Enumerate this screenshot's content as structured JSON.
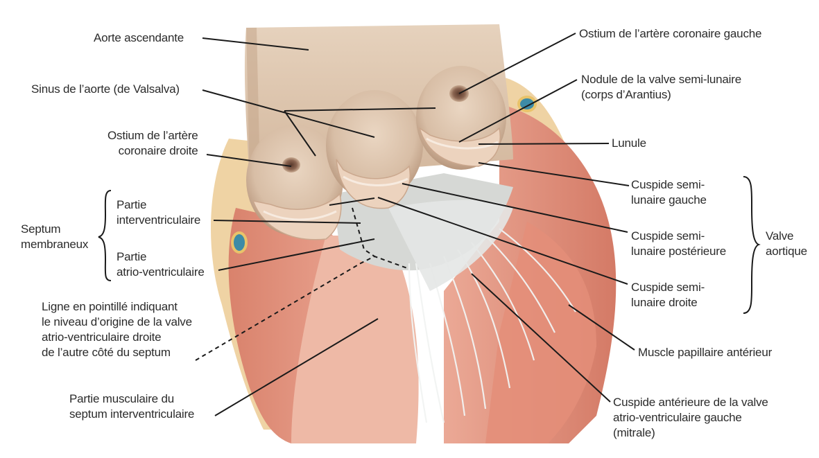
{
  "colors": {
    "aorta_wall": "#dcc4ad",
    "aorta_wall_shade": "#c9ad92",
    "cusp": "#e8cdb8",
    "cusp_edge": "#f2e2d4",
    "sinus_shadow": "#9b7a63",
    "myocardium": "#e0907c",
    "myocardium_dark": "#c96a58",
    "septum_membrane": "#d7d9d6",
    "chordae": "#e7ebea",
    "fat": "#f0d8a8",
    "vessel": "#3b8aa6",
    "leader_line": "#1a1a1a"
  },
  "labels": {
    "aorte_ascendante": "Aorte ascendante",
    "sinus_aorte": "Sinus de l’aorte (de Valsalva)",
    "ostium_droite": [
      "Ostium de l’artère",
      "coronaire droite"
    ],
    "septum_membraneux": [
      "Septum",
      "membraneux"
    ],
    "partie_interventriculaire": [
      "Partie",
      "interventriculaire"
    ],
    "partie_atrio": [
      "Partie",
      "atrio-ventriculaire"
    ],
    "ligne_pointille": [
      "Ligne en pointillé indiquant",
      "le niveau d’origine de la valve",
      "atrio-ventriculaire droite",
      "de l’autre côté du septum"
    ],
    "partie_musculaire": [
      "Partie musculaire du",
      "septum interventriculaire"
    ],
    "ostium_gauche": "Ostium de l’artère coronaire gauche",
    "nodule": [
      "Nodule de la valve semi-lunaire",
      "(corps d’Arantius)"
    ],
    "lunule": "Lunule",
    "cuspide_gauche": [
      "Cuspide semi-",
      "lunaire gauche"
    ],
    "cuspide_posterieure": [
      "Cuspide semi-",
      "lunaire postérieure"
    ],
    "cuspide_droite": [
      "Cuspide semi-",
      "lunaire droite"
    ],
    "valve_aortique": [
      "Valve",
      "aortique"
    ],
    "muscle_papillaire": "Muscle papillaire antérieur",
    "cuspide_anterieure": [
      "Cuspide antérieure de la valve",
      "atrio-ventriculaire gauche",
      "(mitrale)"
    ]
  }
}
